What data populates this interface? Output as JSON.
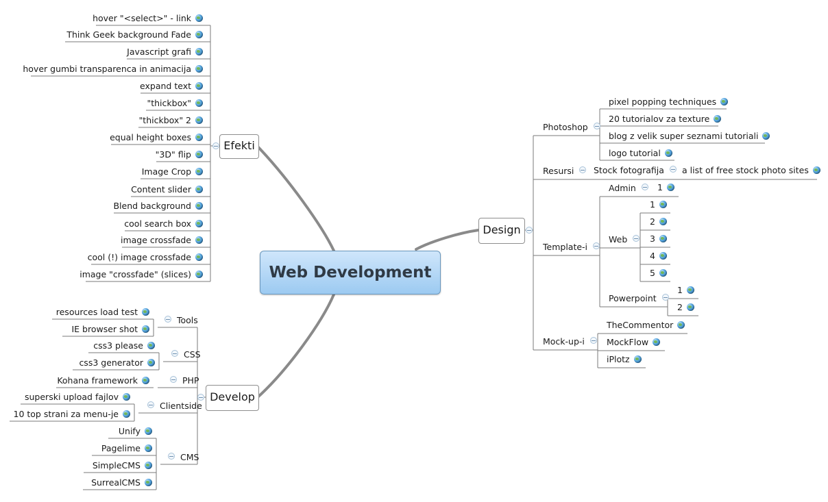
{
  "central": {
    "title": "Web Development"
  },
  "efekti": {
    "label": "Efekti",
    "items": [
      "hover \"<select>\" - link",
      "Think Geek  background Fade",
      "Javascript grafi",
      "hover gumbi transparenca in animacija",
      "expand text",
      "\"thickbox\"",
      "\"thickbox\" 2",
      "equal height boxes",
      "\"3D\" flip",
      "Image Crop",
      "Content slider",
      "Blend background",
      "cool search box",
      "image crossfade",
      "cool (!) image crossfade",
      "image \"crossfade\" (slices)"
    ]
  },
  "develop": {
    "label": "Develop",
    "groups": [
      {
        "label": "Tools",
        "items": [
          "resources load test",
          "IE browser shot"
        ]
      },
      {
        "label": "CSS",
        "items": [
          "css3 please",
          "css3 generator"
        ]
      },
      {
        "label": "PHP",
        "items": [
          "Kohana framework"
        ]
      },
      {
        "label": "Clientside",
        "items": [
          "superski upload fajlov",
          "10 top strani za menu-je"
        ]
      },
      {
        "label": "CMS",
        "items": [
          "Unify",
          "Pagelime",
          "SimpleCMS",
          "SurrealCMS"
        ]
      }
    ]
  },
  "design": {
    "label": "Design",
    "photoshop": {
      "label": "Photoshop",
      "items": [
        "pixel popping techniques",
        "20 tutorialov za texture",
        "blog z velik super seznami tutoriali",
        "logo tutorial"
      ]
    },
    "resursi": {
      "label": "Resursi",
      "child": "Stock fotografija",
      "leaf": "a list of free stock photo sites"
    },
    "templates": {
      "label": "Template-i",
      "admin": {
        "label": "Admin",
        "items": [
          "1"
        ]
      },
      "web": {
        "label": "Web",
        "items": [
          "1",
          "2",
          "3",
          "4",
          "5"
        ]
      },
      "powerpoint": {
        "label": "Powerpoint",
        "items": [
          "1",
          "2"
        ]
      }
    },
    "mockups": {
      "label": "Mock-up-i",
      "items": [
        "TheCommentor",
        "MockFlow",
        "iPlotz"
      ]
    }
  }
}
